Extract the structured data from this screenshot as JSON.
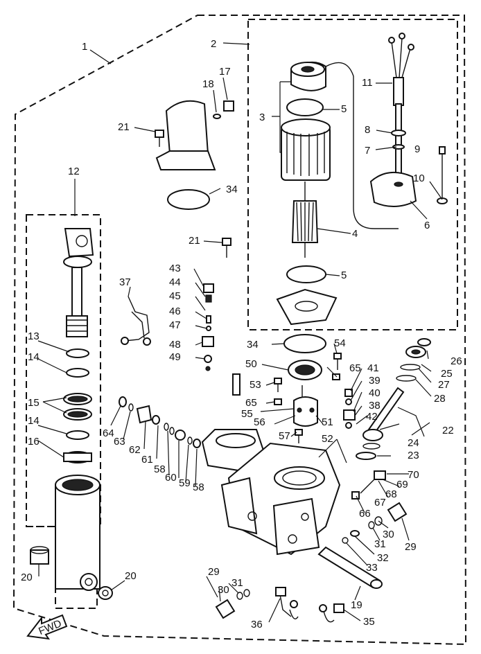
{
  "labels": {
    "c1": "1",
    "c2": "2",
    "c3": "3",
    "c4": "4",
    "c5a": "5",
    "c5b": "5",
    "c6": "6",
    "c7": "7",
    "c8": "8",
    "c9": "9",
    "c10": "10",
    "c11": "11",
    "c12": "12",
    "c13": "13",
    "c14a": "14",
    "c14b": "14",
    "c15": "15",
    "c16": "16",
    "c17": "17",
    "c18": "18",
    "c19": "19",
    "c20a": "20",
    "c20b": "20",
    "c21a": "21",
    "c21b": "21",
    "c22": "22",
    "c23": "23",
    "c24": "24",
    "c25": "25",
    "c26": "26",
    "c27": "27",
    "c28": "28",
    "c29a": "29",
    "c29b": "29",
    "c30a": "30",
    "c30b": "30",
    "c31a": "31",
    "c31b": "31",
    "c32": "32",
    "c33": "33",
    "c34a": "34",
    "c34b": "34",
    "c35": "35",
    "c36": "36",
    "c37": "37",
    "c38": "38",
    "c39": "39",
    "c40": "40",
    "c41": "41",
    "c42": "42",
    "c43": "43",
    "c44": "44",
    "c45": "45",
    "c46": "46",
    "c47": "47",
    "c48": "48",
    "c49": "49",
    "c50": "50",
    "c51": "51",
    "c52": "52",
    "c53": "53",
    "c54": "54",
    "c55": "55",
    "c56": "56",
    "c57": "57",
    "c58a": "58",
    "c58b": "58",
    "c59": "59",
    "c60": "60",
    "c61": "61",
    "c62": "62",
    "c63": "63",
    "c64": "64",
    "c65a": "65",
    "c65b": "65",
    "c66": "66",
    "c67": "67",
    "c68": "68",
    "c69": "69",
    "c70": "70"
  },
  "fwd_label": "FWD",
  "colors": {
    "ink": "#111111",
    "paper": "#ffffff"
  }
}
